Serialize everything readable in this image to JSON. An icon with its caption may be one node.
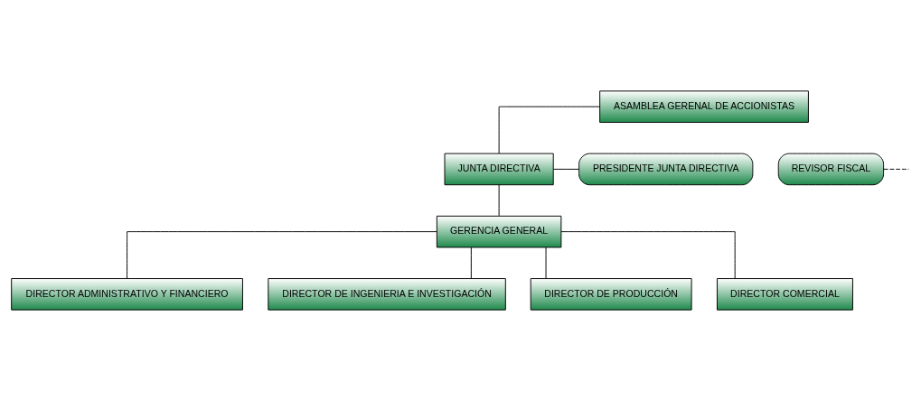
{
  "diagram": {
    "nodes": [
      {
        "text": [
          "ASAMBLEA GERENAL DE ACCIONISTAS"
        ]
      },
      {
        "text": [
          "REVISOR FISCAL"
        ]
      },
      {
        "text": [
          "JUNTA DIRECTIVA"
        ]
      },
      {
        "text": [
          "PRESIDENTE JUNTA DIRECTIVA"
        ]
      },
      {
        "text": [
          "GERENCIA GENERAL"
        ]
      },
      {
        "text": [
          "DIRECTOR ADMINISTRATIVO Y FINANCIERO"
        ]
      },
      {
        "text": [
          "DIRECTOR DE INGENIERIA E INVESTIGACIÓN"
        ]
      },
      {
        "text": [
          "DIRECTOR DE PRODUCCIÓN"
        ]
      },
      {
        "text": [
          "DIRECTOR COMERCIAL"
        ]
      }
    ],
    "edges": [
      {
        "from": 0,
        "to": 2,
        "arrow": "none"
      },
      {
        "from": 1,
        "to": null,
        "arrow": "none",
        "style": "dashed"
      },
      {
        "from": 2,
        "to": 3,
        "arrow": "none"
      },
      {
        "from": 2,
        "to": 4,
        "arrow": "none"
      },
      {
        "from": 4,
        "to": 5,
        "arrow": "none"
      },
      {
        "from": 4,
        "to": 6,
        "arrow": "none"
      },
      {
        "from": 4,
        "to": 7,
        "arrow": "none"
      },
      {
        "from": 4,
        "to": 8,
        "arrow": "none"
      }
    ]
  }
}
